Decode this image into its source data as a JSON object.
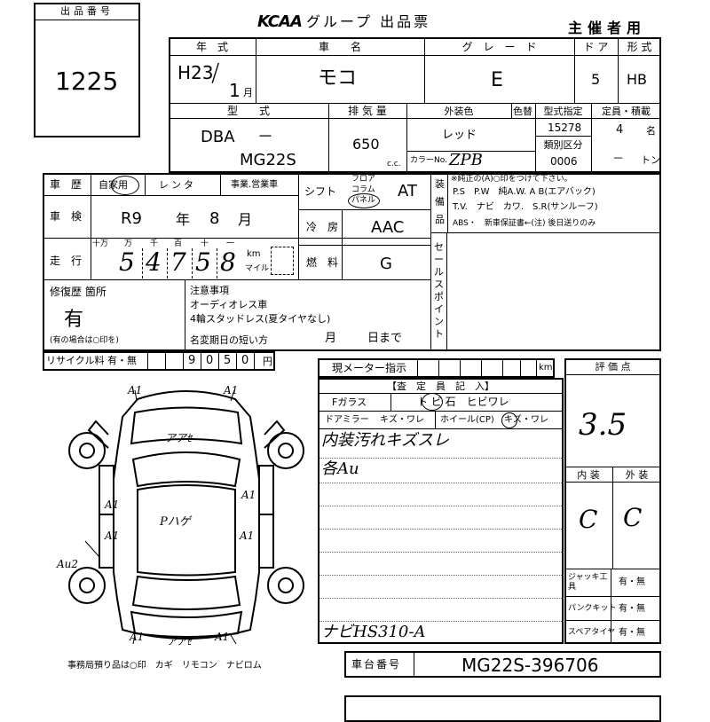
{
  "header": {
    "lot_label": "出品番号",
    "lot_number": "1225",
    "logo": "KCAA",
    "group_title": "グループ 出品票",
    "copy_type": "主催者用"
  },
  "vehicle": {
    "year_label": "年　式",
    "year_era": "H23",
    "year_slash": "/",
    "year_month": "1",
    "year_month_unit": "月",
    "name_label": "車　　名",
    "name": "モコ",
    "grade_label": "グ　レ　ー　ド",
    "grade": "E",
    "doors_label": "ド ア",
    "doors": "5",
    "body_label": "形 式",
    "body": "HB",
    "model_label": "型　　式",
    "model_prefix": "DBA",
    "model_dash": "－",
    "model_code": "MG22S",
    "disp_label": "排 気 量",
    "displacement": "650",
    "disp_unit": "c.c.",
    "ext_label": "外装色",
    "color": "レッド",
    "color_change_label": "色替",
    "color_no_label": "カラーNo.",
    "color_no": "ZPB",
    "type_spec_label": "型式指定",
    "type_spec": "15278",
    "class_label": "類別区分",
    "class_code": "0006",
    "capacity_label": "定員・積載",
    "capacity": "4",
    "capacity_unit": "名",
    "load": "－",
    "load_unit": "トン"
  },
  "history": {
    "label": "車　歴",
    "options": [
      "自家用",
      "レンタ",
      "事業.営業車"
    ]
  },
  "inspection": {
    "label": "車　検",
    "era": "R9",
    "year_unit": "年",
    "month": "8",
    "month_unit": "月"
  },
  "mileage": {
    "label": "走　行",
    "units": [
      "十万",
      "万",
      "千",
      "百",
      "十",
      "一"
    ],
    "digits": [
      "5",
      "4",
      "7",
      "5",
      "8"
    ],
    "km_label": "km",
    "mile_label": "マイル"
  },
  "specs": {
    "shift_label": "シフト",
    "shift_options": [
      "フロア",
      "コラム",
      "パネル"
    ],
    "shift": "AT",
    "ac_label": "冷　房",
    "ac": "AAC",
    "fuel_label": "燃　料",
    "fuel": "G"
  },
  "equipment": {
    "label": "装備品",
    "note": "※純正の(A)○印をつけて下さい。",
    "line1": "P.S　P.W　純A.W. A B(エアバック)",
    "line2": "T.V.　ナビ　カワ.　S.R(サンルーフ)",
    "line3": "ABS・　新車保証書←(注) 後日送りのみ"
  },
  "sales_point_label": "セールスポイント",
  "repair": {
    "label": "修復歴 箇所",
    "value": "有",
    "note": "(有の場合は○印を)"
  },
  "notes": {
    "label": "注意事項",
    "lines": [
      "オーディオレス車",
      "4輪スタッドレス(夏タイヤなし)"
    ],
    "period_label": "名変期日の短い方",
    "month_unit": "月",
    "day_unit": "日まで"
  },
  "recycle": {
    "label": "リサイクル料 有・無",
    "digits": [
      "9",
      "0",
      "5",
      "0"
    ],
    "unit": "円"
  },
  "diagram": {
    "marks": [
      "A1",
      "A1",
      "A1",
      "A1",
      "A1",
      "A1",
      "A1",
      "A1",
      "Au2"
    ],
    "front_label": "アアｾ",
    "roof_label": "Pハゲ",
    "rear_label": "アアｾ",
    "footer": "事務局預り品は○印　カギ　リモコン　ナビロム"
  },
  "meter": {
    "label": "現メーター指示",
    "unit": "km"
  },
  "examiner": {
    "label": "【査　定　員　記　入】",
    "glass_label": "Fガラス",
    "glass_options": "ト ビ 石　ヒビワレ",
    "mirror_label": "ドアミラー",
    "mirror_options": "キズ・ワレ",
    "wheel_label": "ホイール(CP)",
    "wheel_options": "キズ・ワレ",
    "comment1": "内装汚れキズスレ",
    "comment2": "各Au",
    "nav_note": "ナビHS310-A"
  },
  "grades": {
    "label": "評 価 点",
    "score": "3.5",
    "interior_label": "内 装",
    "interior": "C",
    "exterior_label": "外 装",
    "exterior": "C"
  },
  "accessories": [
    {
      "label": "ジャッキ工具",
      "value": "有・無"
    },
    {
      "label": "パンクキット",
      "value": "有・無"
    },
    {
      "label": "スペアタイヤ",
      "value": "有・無"
    }
  ],
  "chassis": {
    "label": "車台番号",
    "value": "MG22S-396706"
  }
}
